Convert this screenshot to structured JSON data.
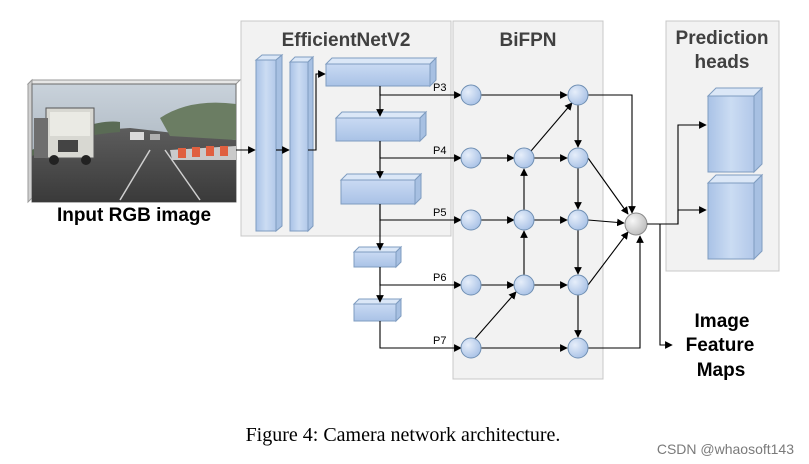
{
  "panels": {
    "backbone_title": "EfficientNetV2",
    "neck_title": "BiFPN",
    "heads_title_line1": "Prediction",
    "heads_title_line2": "heads"
  },
  "labels": {
    "input": "Input RGB image",
    "output_line1": "Image",
    "output_line2": "Feature",
    "output_line3": "Maps"
  },
  "levels": [
    "P3",
    "P4",
    "P5",
    "P6",
    "P7"
  ],
  "caption": "Figure 4: Camera network architecture.",
  "watermark": "CSDN @whaosoft143",
  "colors": {
    "block_blue": "#bcd0ee",
    "node_blue": "#c3d6f2",
    "fusion_gray": "#d9d9d9",
    "panel_gray": "#f2f2f2"
  }
}
